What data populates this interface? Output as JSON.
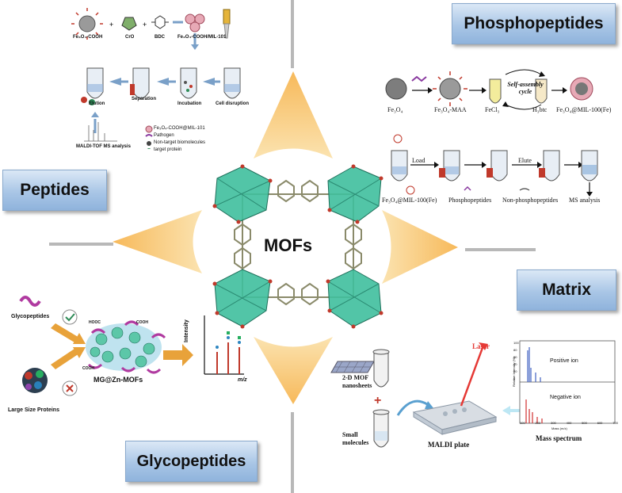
{
  "center": {
    "label": "MOFs"
  },
  "categories": {
    "phosphopeptides": "Phosphopeptides",
    "peptides": "Peptides",
    "matrix": "Matrix",
    "glycopeptides": "Glycopeptides"
  },
  "peptides_panel": {
    "top_labels": [
      "Fe₃O₄-COOH",
      "CrO",
      "BDC",
      "Fe₃O₄-COOH/MIL-101"
    ],
    "steps": [
      "Elution",
      "Separation",
      "Incubation",
      "Cell disruption"
    ],
    "analysis": "MALDI-TOF MS analysis",
    "legend": [
      "Fe₃O₄-COOH@MIL-101",
      "Pathogen",
      "Non-target biomolecules",
      "target protein"
    ]
  },
  "phospho_panel": {
    "row1": [
      "Fe₃O₄",
      "Fe₃O₄-MAA",
      "FeCl₃",
      "H₃btc",
      "Fe₃O₄@MIL-100(Fe)"
    ],
    "cycle": "Self-assembly cycle",
    "load": "Load",
    "elute": "Elute",
    "row2": [
      "Fe₃O₄@MIL-100(Fe)",
      "Phosphopeptides",
      "Non-phosphopeptides",
      "MS analysis"
    ]
  },
  "glyco_panel": {
    "glycopeptides_label": "Glycopeptides",
    "proteins_label": "Large Size Proteins",
    "composite_label": "MG@Zn-MOFs",
    "cooh": "COOH",
    "hooc": "HOOC",
    "ylabel": "Intensity",
    "xlabel": "m/z"
  },
  "matrix_panel": {
    "nanosheets": "2-D MOF nanosheets",
    "small_molecules": "Small molecules",
    "plus": "+",
    "plate": "MALDI plate",
    "laser": "Laser",
    "spectrum": "Mass spectrum",
    "positive": "Positive ion",
    "negative": "Negative ion",
    "ylabel": "Relative Intensity (%)",
    "xlabel": "Mass (m/z)",
    "ticks_x": [
      "100",
      "200",
      "300",
      "400",
      "500",
      "600",
      "700"
    ],
    "ticks_y": [
      "100",
      "80",
      "60",
      "40",
      "20",
      "0"
    ]
  },
  "colors": {
    "arrow": "#f9c56a",
    "box_top": "#dbe8f6",
    "box_bottom": "#8fb3dc",
    "mof_polyhedra": "#3fbf9d",
    "divider": "#b8b8b8"
  }
}
